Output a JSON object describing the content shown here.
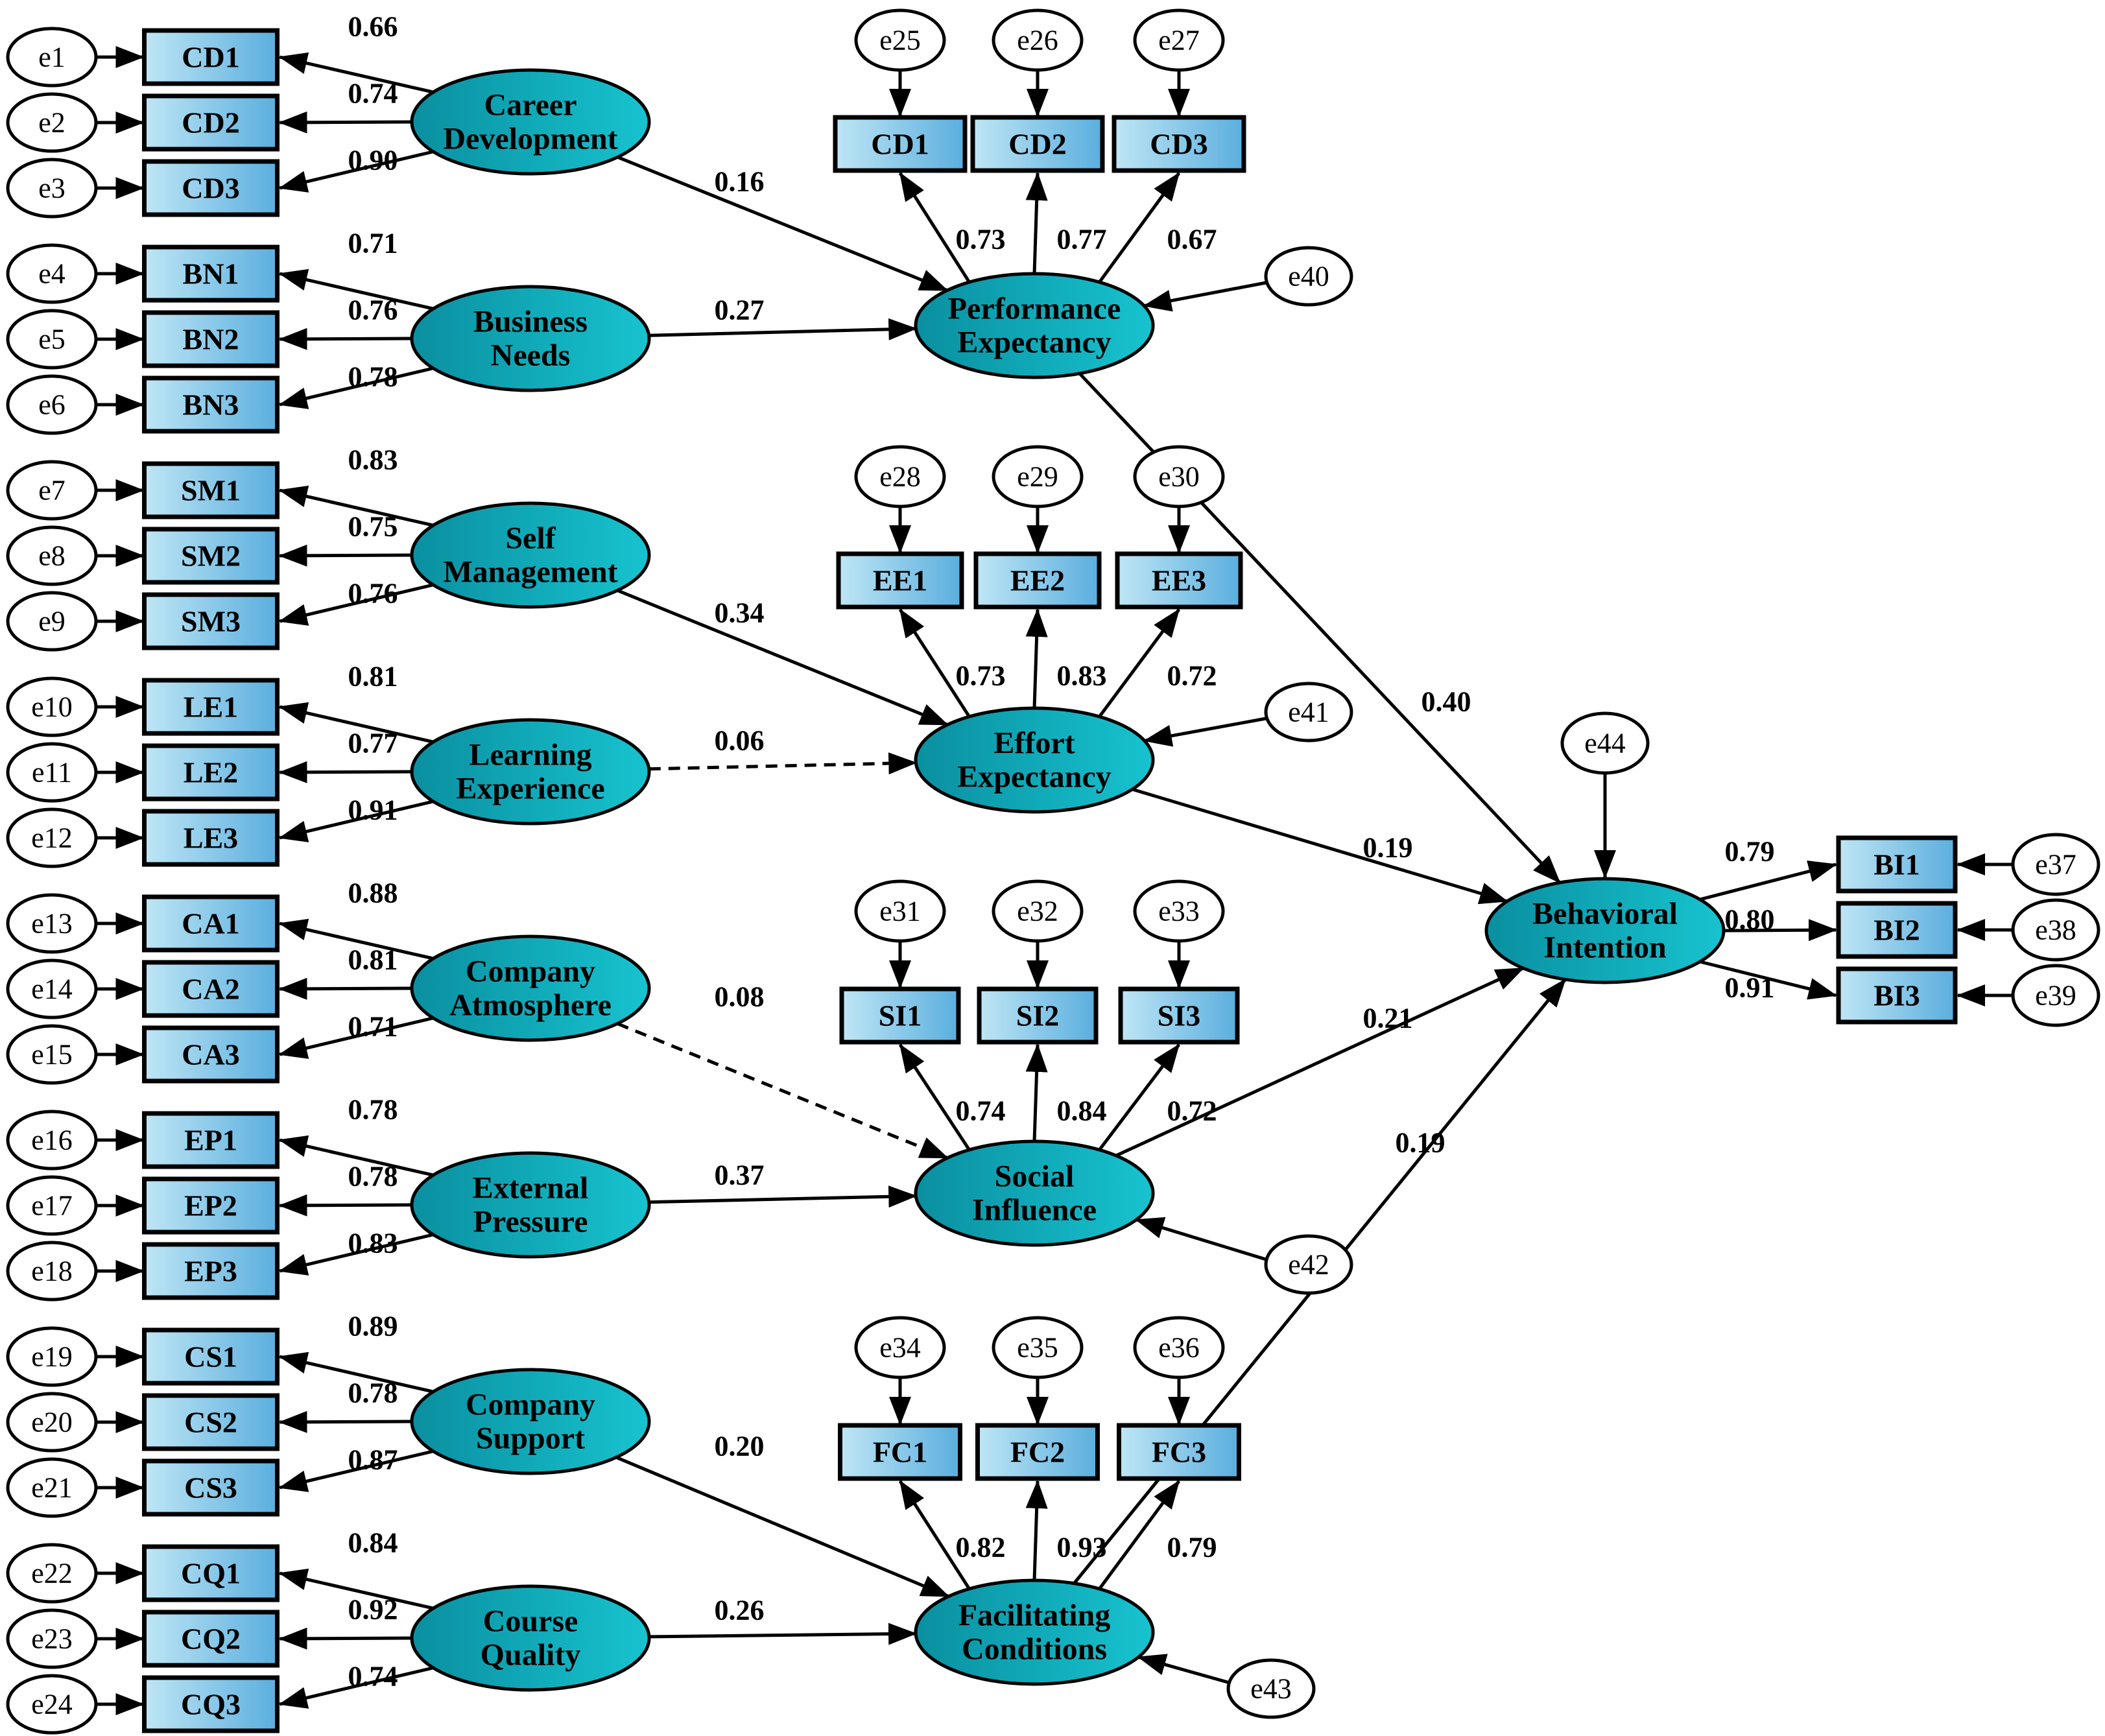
{
  "latents": {
    "CD": {
      "line1": "Career",
      "line2": "Development"
    },
    "BN": {
      "line1": "Business",
      "line2": "Needs"
    },
    "SM": {
      "line1": "Self",
      "line2": "Management"
    },
    "LE": {
      "line1": "Learning",
      "line2": "Experience"
    },
    "CA": {
      "line1": "Company",
      "line2": "Atmosphere"
    },
    "EP": {
      "line1": "External",
      "line2": "Pressure"
    },
    "CS": {
      "line1": "Company",
      "line2": "Support"
    },
    "CQ": {
      "line1": "Course",
      "line2": "Quality"
    },
    "PE": {
      "line1": "Performance",
      "line2": "Expectancy"
    },
    "EE": {
      "line1": "Effort",
      "line2": "Expectancy"
    },
    "SI": {
      "line1": "Social",
      "line2": "Influence"
    },
    "FC": {
      "line1": "Facilitating",
      "line2": "Conditions"
    },
    "BI": {
      "line1": "Behavioral",
      "line2": "Intention"
    }
  },
  "left_blocks": [
    {
      "latent": "CD",
      "items": [
        {
          "ind": "CD1",
          "err": "e1",
          "load": "0.66"
        },
        {
          "ind": "CD2",
          "err": "e2",
          "load": "0.74"
        },
        {
          "ind": "CD3",
          "err": "e3",
          "load": "0.90"
        }
      ]
    },
    {
      "latent": "BN",
      "items": [
        {
          "ind": "BN1",
          "err": "e4",
          "load": "0.71"
        },
        {
          "ind": "BN2",
          "err": "e5",
          "load": "0.76"
        },
        {
          "ind": "BN3",
          "err": "e6",
          "load": "0.78"
        }
      ]
    },
    {
      "latent": "SM",
      "items": [
        {
          "ind": "SM1",
          "err": "e7",
          "load": "0.83"
        },
        {
          "ind": "SM2",
          "err": "e8",
          "load": "0.75"
        },
        {
          "ind": "SM3",
          "err": "e9",
          "load": "0.76"
        }
      ]
    },
    {
      "latent": "LE",
      "items": [
        {
          "ind": "LE1",
          "err": "e10",
          "load": "0.81"
        },
        {
          "ind": "LE2",
          "err": "e11",
          "load": "0.77"
        },
        {
          "ind": "LE3",
          "err": "e12",
          "load": "0.91"
        }
      ]
    },
    {
      "latent": "CA",
      "items": [
        {
          "ind": "CA1",
          "err": "e13",
          "load": "0.88"
        },
        {
          "ind": "CA2",
          "err": "e14",
          "load": "0.81"
        },
        {
          "ind": "CA3",
          "err": "e15",
          "load": "0.71"
        }
      ]
    },
    {
      "latent": "EP",
      "items": [
        {
          "ind": "EP1",
          "err": "e16",
          "load": "0.78"
        },
        {
          "ind": "EP2",
          "err": "e17",
          "load": "0.78"
        },
        {
          "ind": "EP3",
          "err": "e18",
          "load": "0.83"
        }
      ]
    },
    {
      "latent": "CS",
      "items": [
        {
          "ind": "CS1",
          "err": "e19",
          "load": "0.89"
        },
        {
          "ind": "CS2",
          "err": "e20",
          "load": "0.78"
        },
        {
          "ind": "CS3",
          "err": "e21",
          "load": "0.87"
        }
      ]
    },
    {
      "latent": "CQ",
      "items": [
        {
          "ind": "CQ1",
          "err": "e22",
          "load": "0.84"
        },
        {
          "ind": "CQ2",
          "err": "e23",
          "load": "0.92"
        },
        {
          "ind": "CQ3",
          "err": "e24",
          "load": "0.74"
        }
      ]
    }
  ],
  "middle_blocks": [
    {
      "latent": "PE",
      "residual": "e40",
      "items": [
        {
          "ind": "CD1",
          "err": "e25",
          "load": "0.73"
        },
        {
          "ind": "CD2",
          "err": "e26",
          "load": "0.77"
        },
        {
          "ind": "CD3",
          "err": "e27",
          "load": "0.67"
        }
      ]
    },
    {
      "latent": "EE",
      "residual": "e41",
      "items": [
        {
          "ind": "EE1",
          "err": "e28",
          "load": "0.73"
        },
        {
          "ind": "EE2",
          "err": "e29",
          "load": "0.83"
        },
        {
          "ind": "EE3",
          "err": "e30",
          "load": "0.72"
        }
      ]
    },
    {
      "latent": "SI",
      "residual": "e42",
      "items": [
        {
          "ind": "SI1",
          "err": "e31",
          "load": "0.74"
        },
        {
          "ind": "SI2",
          "err": "e32",
          "load": "0.84"
        },
        {
          "ind": "SI3",
          "err": "e33",
          "load": "0.72"
        }
      ]
    },
    {
      "latent": "FC",
      "residual": "e43",
      "items": [
        {
          "ind": "FC1",
          "err": "e34",
          "load": "0.82"
        },
        {
          "ind": "FC2",
          "err": "e35",
          "load": "0.93"
        },
        {
          "ind": "FC3",
          "err": "e36",
          "load": "0.79"
        }
      ]
    }
  ],
  "outcome": {
    "latent": "BI",
    "residual": "e44",
    "items": [
      {
        "ind": "BI1",
        "err": "e37",
        "load": "0.79"
      },
      {
        "ind": "BI2",
        "err": "e38",
        "load": "0.80"
      },
      {
        "ind": "BI3",
        "err": "e39",
        "load": "0.91"
      }
    ]
  },
  "paths": [
    {
      "from": "CD",
      "to": "PE",
      "coef": "0.16",
      "dashed": false
    },
    {
      "from": "BN",
      "to": "PE",
      "coef": "0.27",
      "dashed": false
    },
    {
      "from": "SM",
      "to": "EE",
      "coef": "0.34",
      "dashed": false
    },
    {
      "from": "LE",
      "to": "EE",
      "coef": "0.06",
      "dashed": true
    },
    {
      "from": "CA",
      "to": "SI",
      "coef": "0.08",
      "dashed": true
    },
    {
      "from": "EP",
      "to": "SI",
      "coef": "0.37",
      "dashed": false
    },
    {
      "from": "CS",
      "to": "FC",
      "coef": "0.20",
      "dashed": false
    },
    {
      "from": "CQ",
      "to": "FC",
      "coef": "0.26",
      "dashed": false
    },
    {
      "from": "PE",
      "to": "BI",
      "coef": "0.40",
      "dashed": false
    },
    {
      "from": "EE",
      "to": "BI",
      "coef": "0.19",
      "dashed": false
    },
    {
      "from": "SI",
      "to": "BI",
      "coef": "0.21",
      "dashed": false
    },
    {
      "from": "FC",
      "to": "BI",
      "coef": "0.19",
      "dashed": false
    }
  ],
  "colors": {
    "latent_fill_light": "#17c3cf",
    "latent_fill_dark": "#0a8fa0",
    "indicator_fill_light": "#bfe6f5",
    "indicator_fill_dark": "#5aaede",
    "stroke": "#000000",
    "error_fill": "#ffffff"
  }
}
